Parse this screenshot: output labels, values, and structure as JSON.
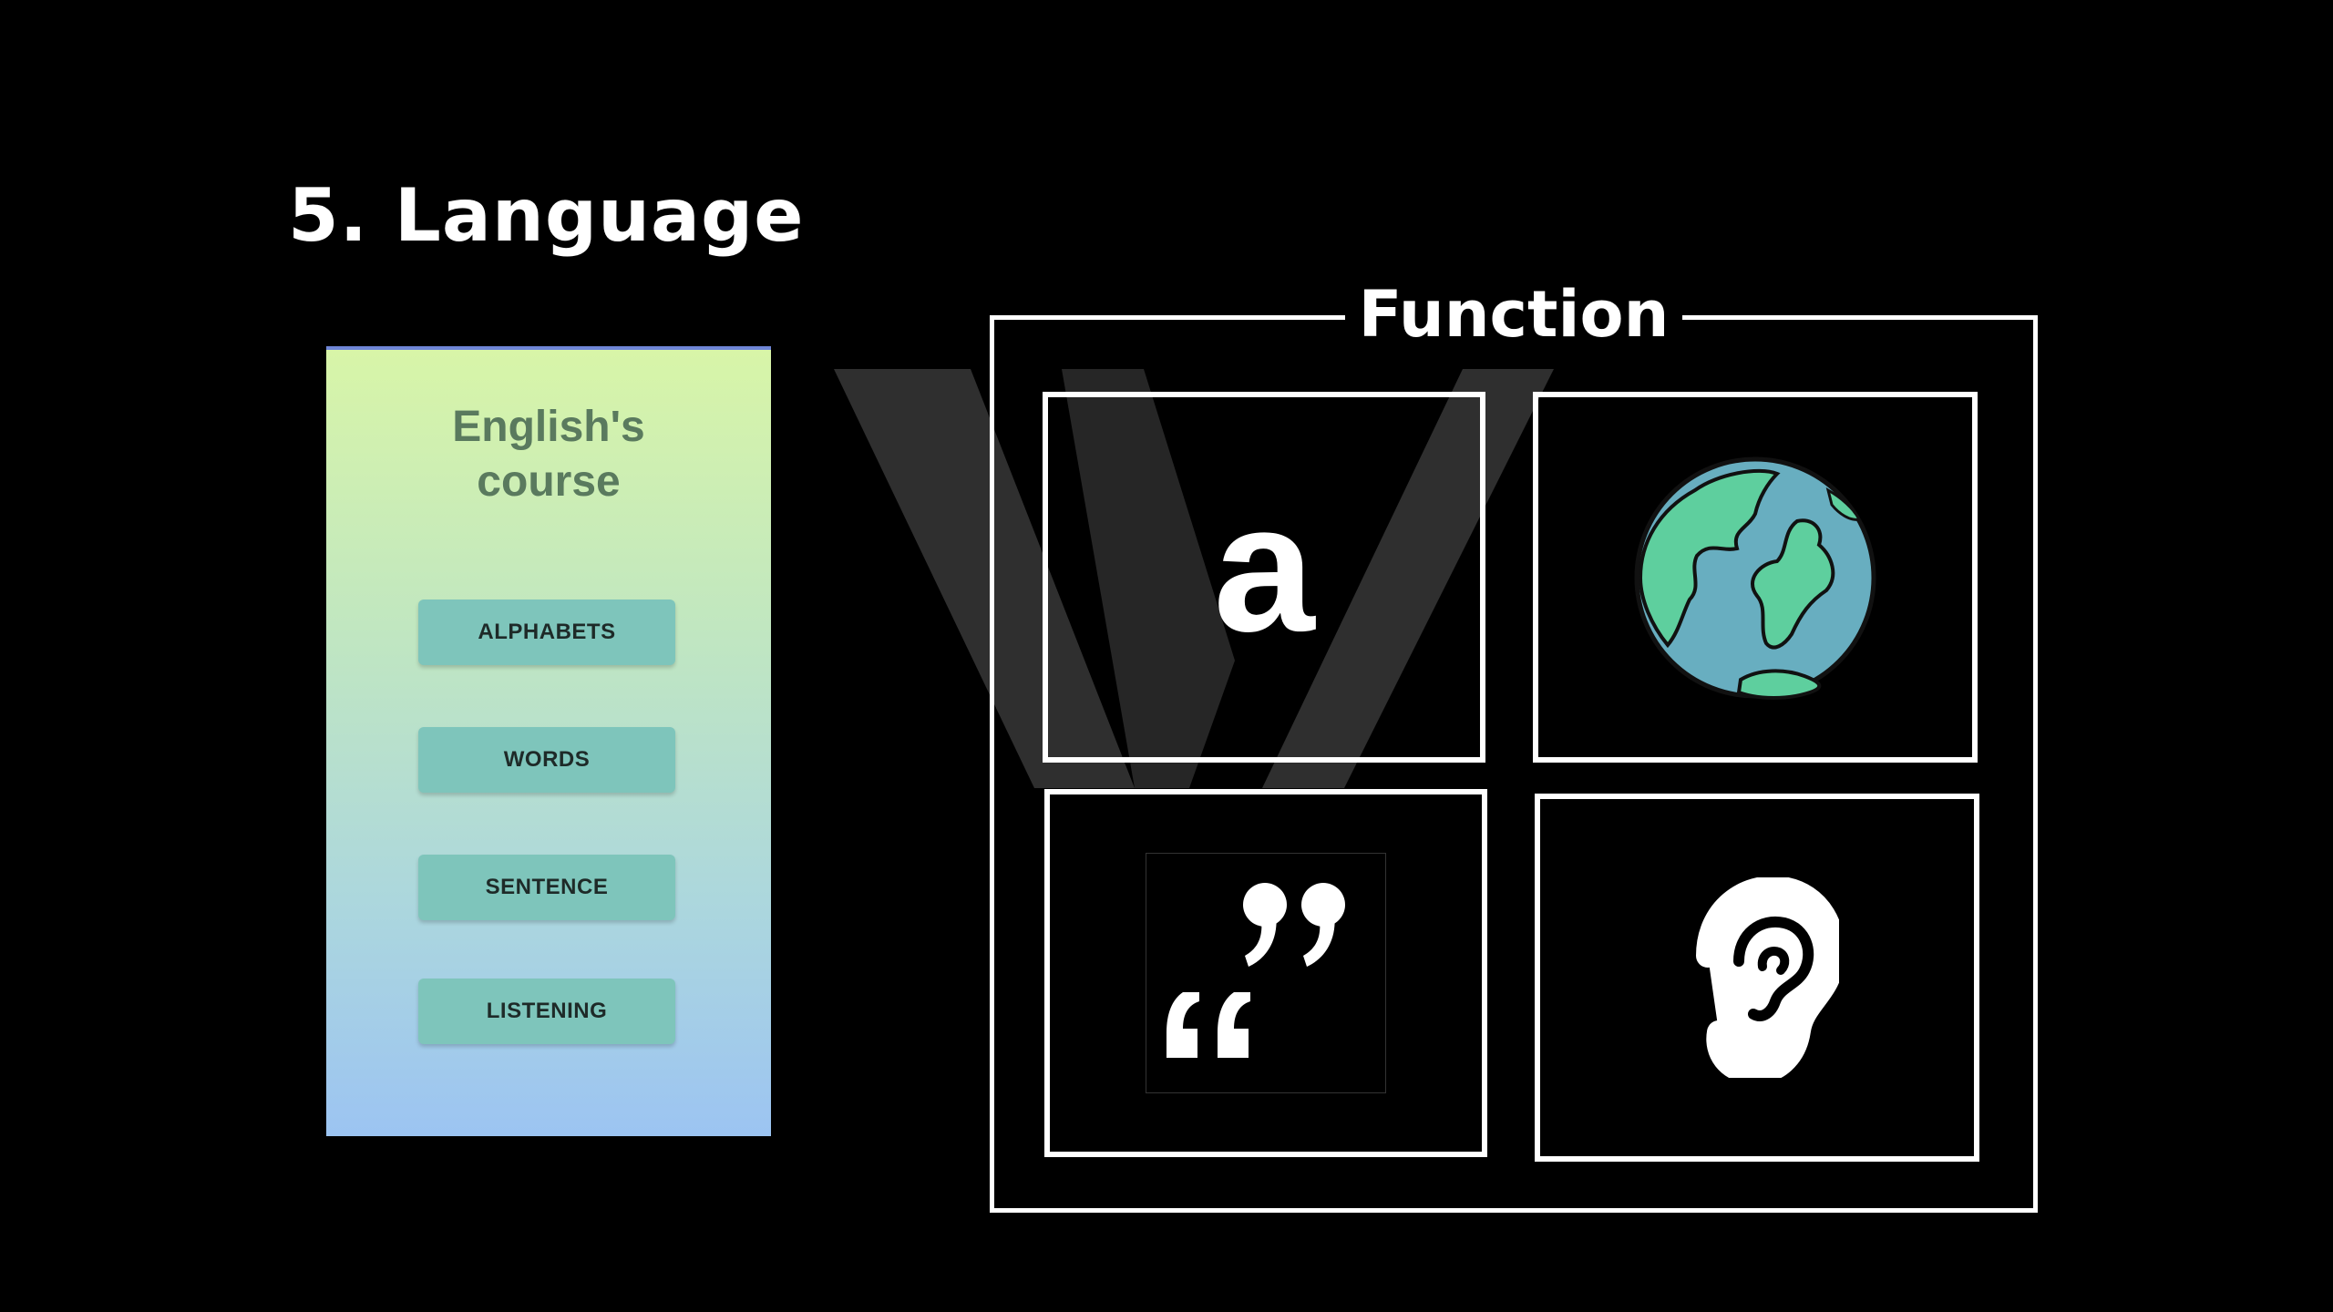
{
  "slide": {
    "title": "5. Language"
  },
  "phone": {
    "title_line1": "English's",
    "title_line2": "course",
    "buttons": [
      {
        "label": "ALPHABETS"
      },
      {
        "label": "WORDS"
      },
      {
        "label": "SENTENCE"
      },
      {
        "label": "LISTENING"
      }
    ],
    "gradient_top": "#d8f5a8",
    "gradient_bottom": "#9cc4f2",
    "button_color": "#7ec5bb"
  },
  "function_panel": {
    "label": "Function",
    "tiles": [
      {
        "icon": "letter-a-icon",
        "text": "a"
      },
      {
        "icon": "globe-icon"
      },
      {
        "icon": "quote-icon"
      },
      {
        "icon": "ear-icon"
      }
    ],
    "globe_land_color": "#5ecf9e",
    "globe_ocean_color": "#68aec0"
  }
}
